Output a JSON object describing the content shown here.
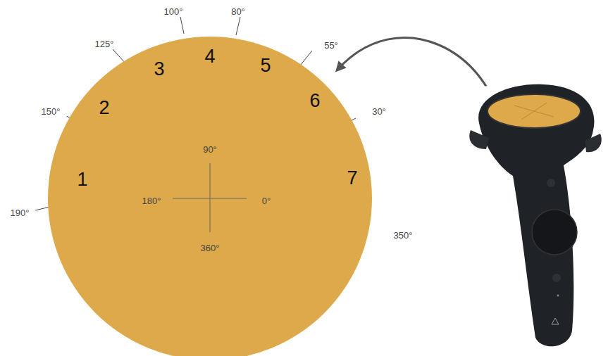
{
  "diagram": {
    "nodes": [
      {
        "text": [
          "1",
          "2",
          "3",
          "4",
          "5",
          "6",
          "7",
          "90°",
          "180°",
          "0°",
          "360°"
        ]
      }
    ],
    "labels": [
      "100°",
      "80°",
      "125°",
      "55°",
      "150°",
      "30°",
      "190°",
      "350°"
    ]
  }
}
